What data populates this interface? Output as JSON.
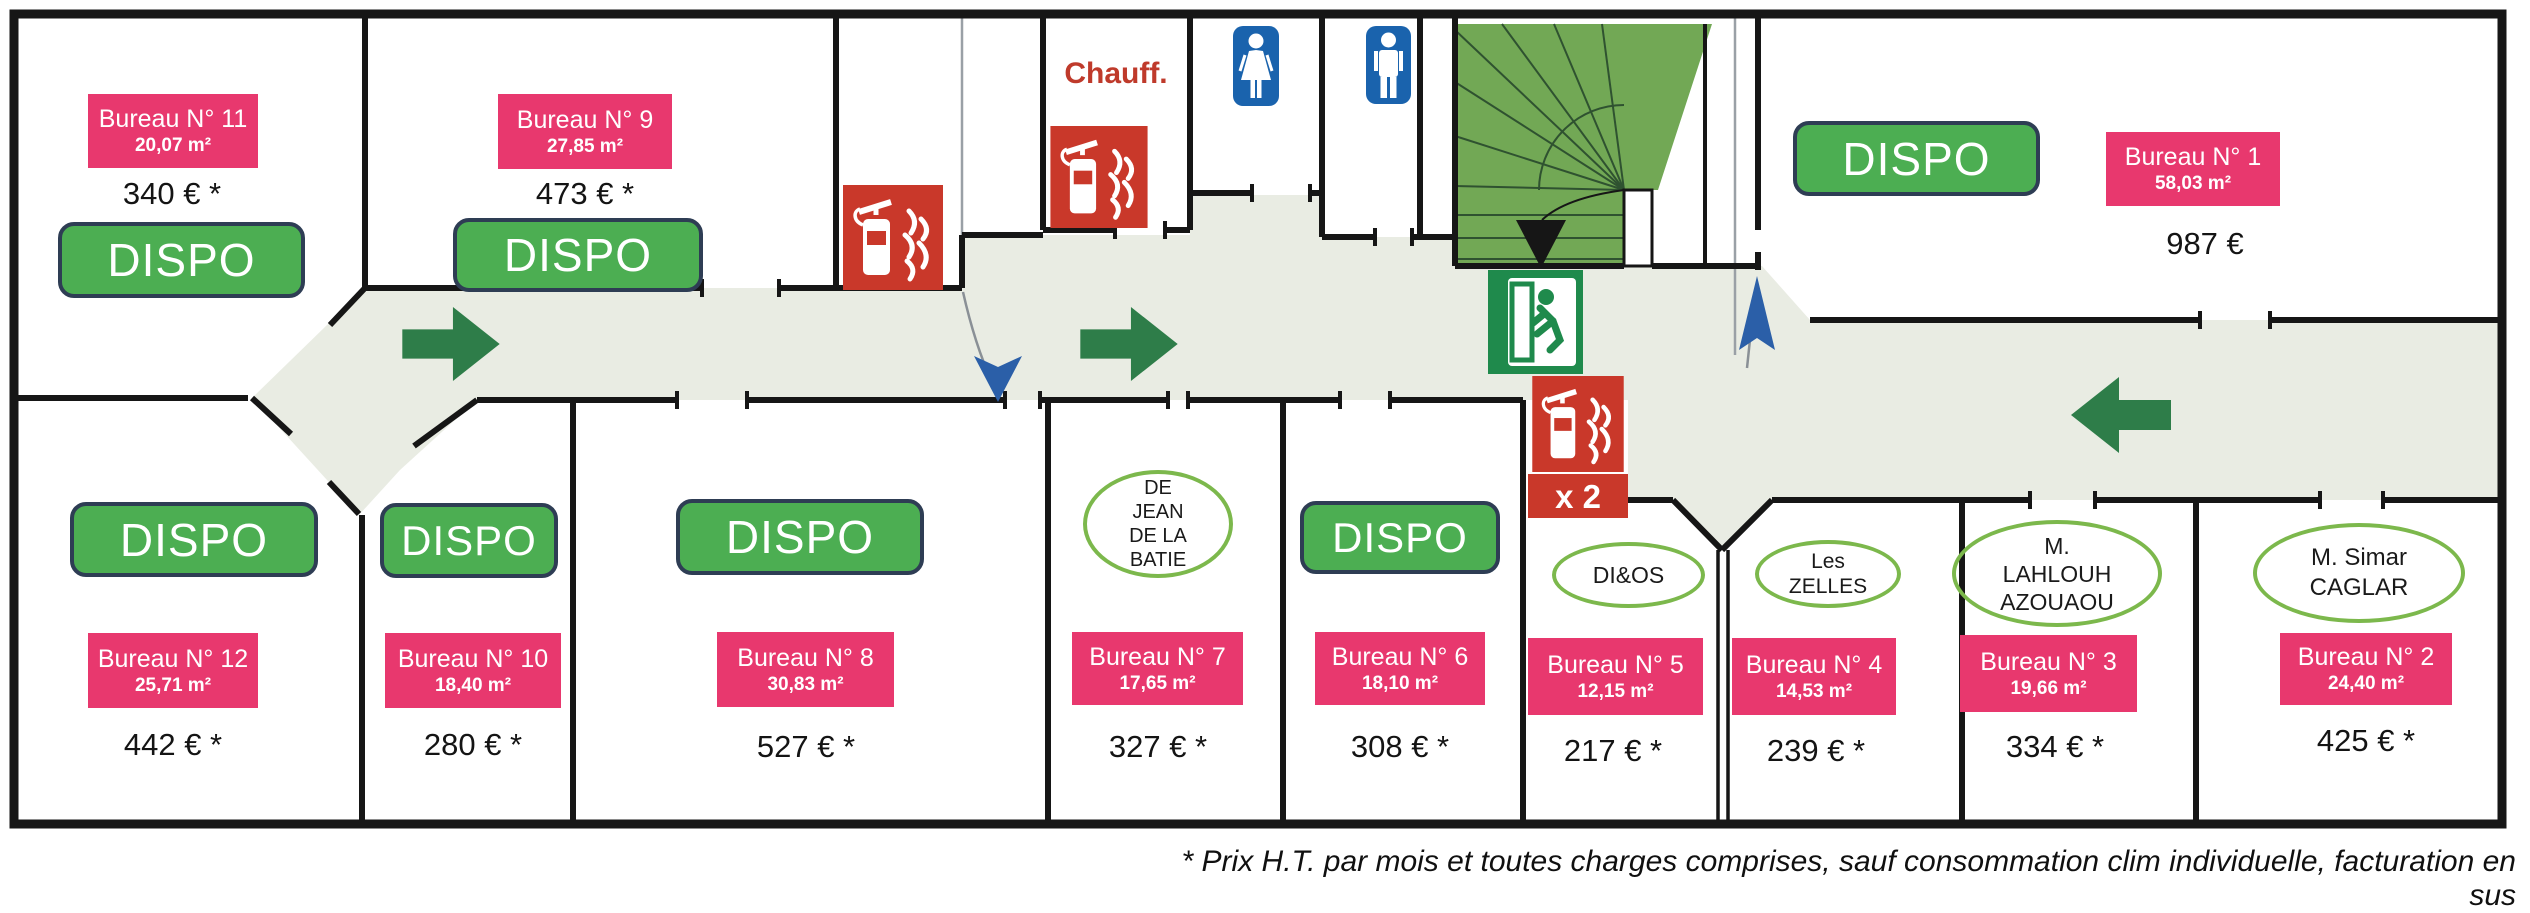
{
  "labels": {
    "dispo": "DISPO",
    "chauff": "Chauff.",
    "x2": "x 2"
  },
  "footnote": "* Prix H.T. par mois et toutes charges comprises, sauf consommation clim individuelle, facturation en sus",
  "colors": {
    "badge_pink": "#e8386e",
    "dispo_green": "#4cae52",
    "dispo_border_navy": "#2e3d54",
    "occupant_oval_green": "#7cb84c",
    "corridor_sage": "#e9ece3",
    "stair_green": "#72a855",
    "arrow_green": "#2e7d49",
    "fire_sign_red": "#c9382a",
    "wc_blue": "#1a63ad",
    "chauff_red": "#bf3a2b",
    "flow_arrow_blue": "#2b5fa8"
  },
  "rooms": [
    {
      "name": "Bureau N° 11",
      "area": "20,07 m²",
      "price": "340 € *",
      "status": "DISPO"
    },
    {
      "name": "Bureau N° 9",
      "area": "27,85 m²",
      "price": "473 € *",
      "status": "DISPO"
    },
    {
      "name": "Bureau N° 1",
      "area": "58,03 m²",
      "price": "987 €",
      "status": "DISPO"
    },
    {
      "name": "Bureau N° 12",
      "area": "25,71 m²",
      "price": "442 € *",
      "status": "DISPO"
    },
    {
      "name": "Bureau N° 10",
      "area": "18,40 m²",
      "price": "280 € *",
      "status": "DISPO"
    },
    {
      "name": "Bureau N° 8",
      "area": "30,83 m²",
      "price": "527 € *",
      "status": "DISPO"
    },
    {
      "name": "Bureau N° 7",
      "area": "17,65 m²",
      "price": "327 € *",
      "occupant_lines": [
        "DE",
        "JEAN",
        "DE LA",
        "BATIE"
      ]
    },
    {
      "name": "Bureau N° 6",
      "area": "18,10 m²",
      "price": "308 € *",
      "status": "DISPO"
    },
    {
      "name": "Bureau N° 5",
      "area": "12,15 m²",
      "price": "217 € *",
      "occupant_lines": [
        "DI&OS"
      ]
    },
    {
      "name": "Bureau N° 4",
      "area": "14,53 m²",
      "price": "239 € *",
      "occupant_lines": [
        "Les",
        "ZELLES"
      ]
    },
    {
      "name": "Bureau N° 3",
      "area": "19,66 m²",
      "price": "334 € *",
      "occupant_lines": [
        "M.",
        "LAHLOUH",
        "AZOUAOU"
      ]
    },
    {
      "name": "Bureau N° 2",
      "area": "24,40 m²",
      "price": "425 € *",
      "occupant_lines": [
        "M. Simar",
        "CAGLAR"
      ]
    }
  ]
}
